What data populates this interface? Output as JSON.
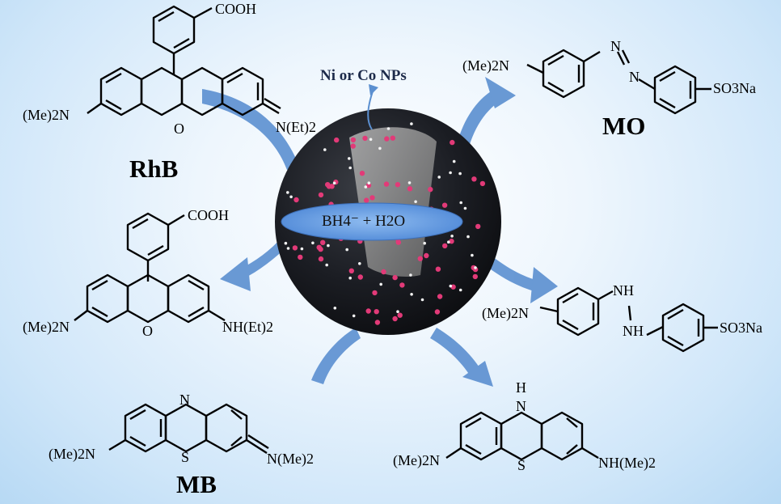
{
  "labels": {
    "rhb": "RhB",
    "mo": "MO",
    "mb": "MB",
    "nanoparticles": "Ni or Co NPs",
    "reagent": "BH4⁻ + H2O"
  },
  "groups": {
    "cooh_top": "COOH",
    "cooh_mid": "COOH",
    "nme2_rhb": "(Me)2N",
    "net2_rhb": "N(Et)2",
    "nme2_rhb_red": "(Me)2N",
    "nhet2_rhb_red": "NH(Et)2",
    "nme2_mo": "(Me)2N",
    "so3na_mo": "SO3Na",
    "nme2_mo_red": "(Me)2N",
    "nh_a": "NH",
    "nh_b": "NH",
    "so3na_mo_red": "SO3Na",
    "nme2_mb": "(Me)2N",
    "nme2_mb_right": "N(Me)2",
    "nme2_mb_red": "(Me)2N",
    "nhme2_mb_red": "NH(Me)2",
    "n_mb": "N",
    "s_mb": "S",
    "h_mb_red": "H",
    "n_mb_red": "N",
    "s_mb_red": "S",
    "o_rhb": "O",
    "o_rhb_red": "O",
    "n_azo_1": "N",
    "n_azo_2": "N"
  },
  "colors": {
    "background": "#cfe6f9",
    "arrow": "#5b8fd0",
    "sphere": "#1a1c22",
    "particle": "#e23a78",
    "ellipse": "#5f9ae0"
  }
}
